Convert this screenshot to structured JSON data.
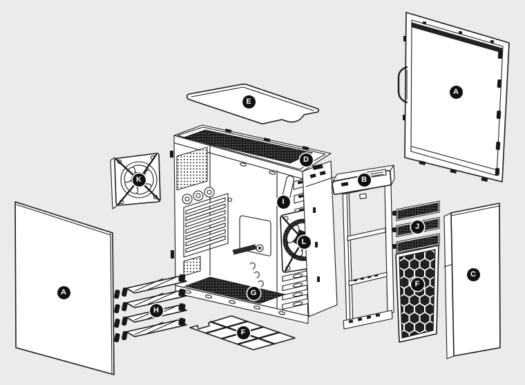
{
  "diagram": {
    "background_color": "#ebebeb",
    "line_color": "#1a1a1a",
    "badge_bg_color": "#101010",
    "badge_text_color": "#ffffff"
  },
  "badges": {
    "side_panel_left": {
      "label": "A"
    },
    "side_panel_right": {
      "label": "A"
    },
    "front_frame": {
      "label": "B"
    },
    "front_door": {
      "label": "C"
    },
    "top_front_corner": {
      "label": "D"
    },
    "top_cover": {
      "label": "E"
    },
    "bottom_filter": {
      "label": "F"
    },
    "front_filter": {
      "label": "F"
    },
    "psu_vent": {
      "label": "G"
    },
    "drive_trays": {
      "label": "H"
    },
    "drive_bays": {
      "label": "I"
    },
    "bay_covers": {
      "label": "J"
    },
    "rear_fan": {
      "label": "K"
    },
    "front_fan": {
      "label": "L"
    }
  }
}
